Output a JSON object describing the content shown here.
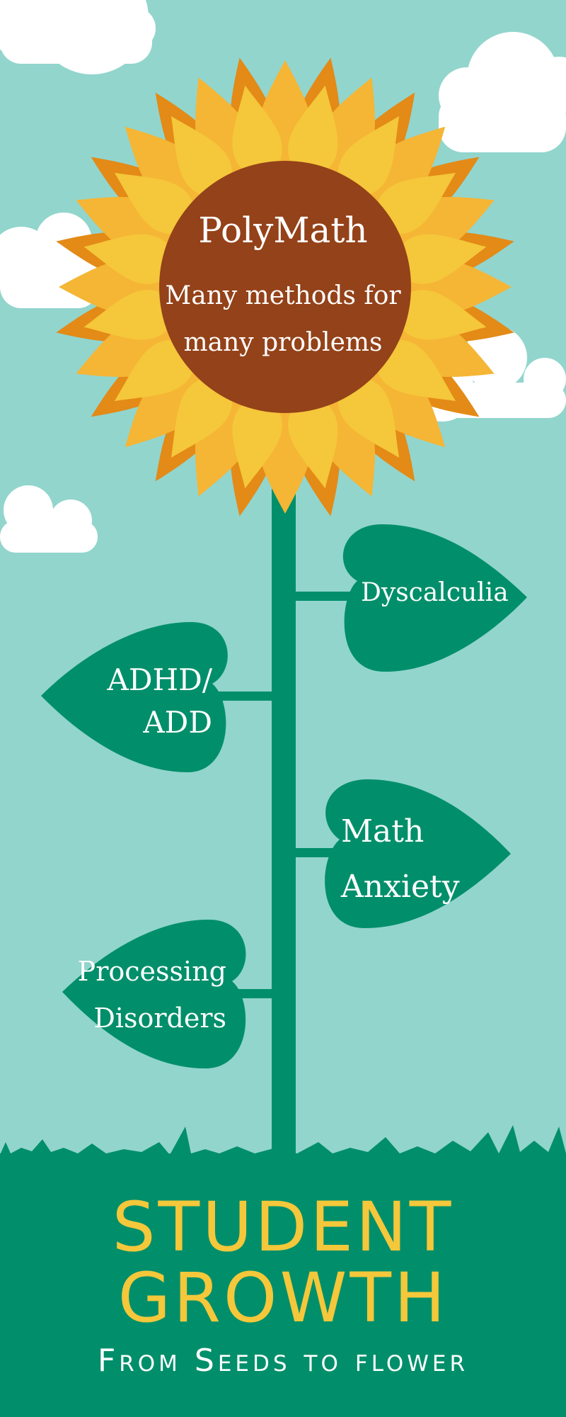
{
  "flower": {
    "title": "PolyMath",
    "subtitle": "Many methods for many problems"
  },
  "leaves": {
    "dyscalculia": "Dyscalculia",
    "adhd": "ADHD/ ADD",
    "math_anxiety": "Math Anxiety",
    "processing": "Processing Disorders"
  },
  "footer": {
    "headline": "STUDENT GROWTH",
    "tagline": "From Seeds to flower"
  },
  "colors": {
    "sky": "#92d5cd",
    "green": "#008f6a",
    "petal_light": "#f5c73a",
    "petal_mid": "#f5b535",
    "petal_dark": "#e38a17",
    "center": "#944219",
    "cloud": "#ffffff",
    "headline": "#f5c73a"
  },
  "icons": [
    "cloud-icon",
    "sunflower-icon",
    "leaf-icon",
    "grass-icon"
  ]
}
